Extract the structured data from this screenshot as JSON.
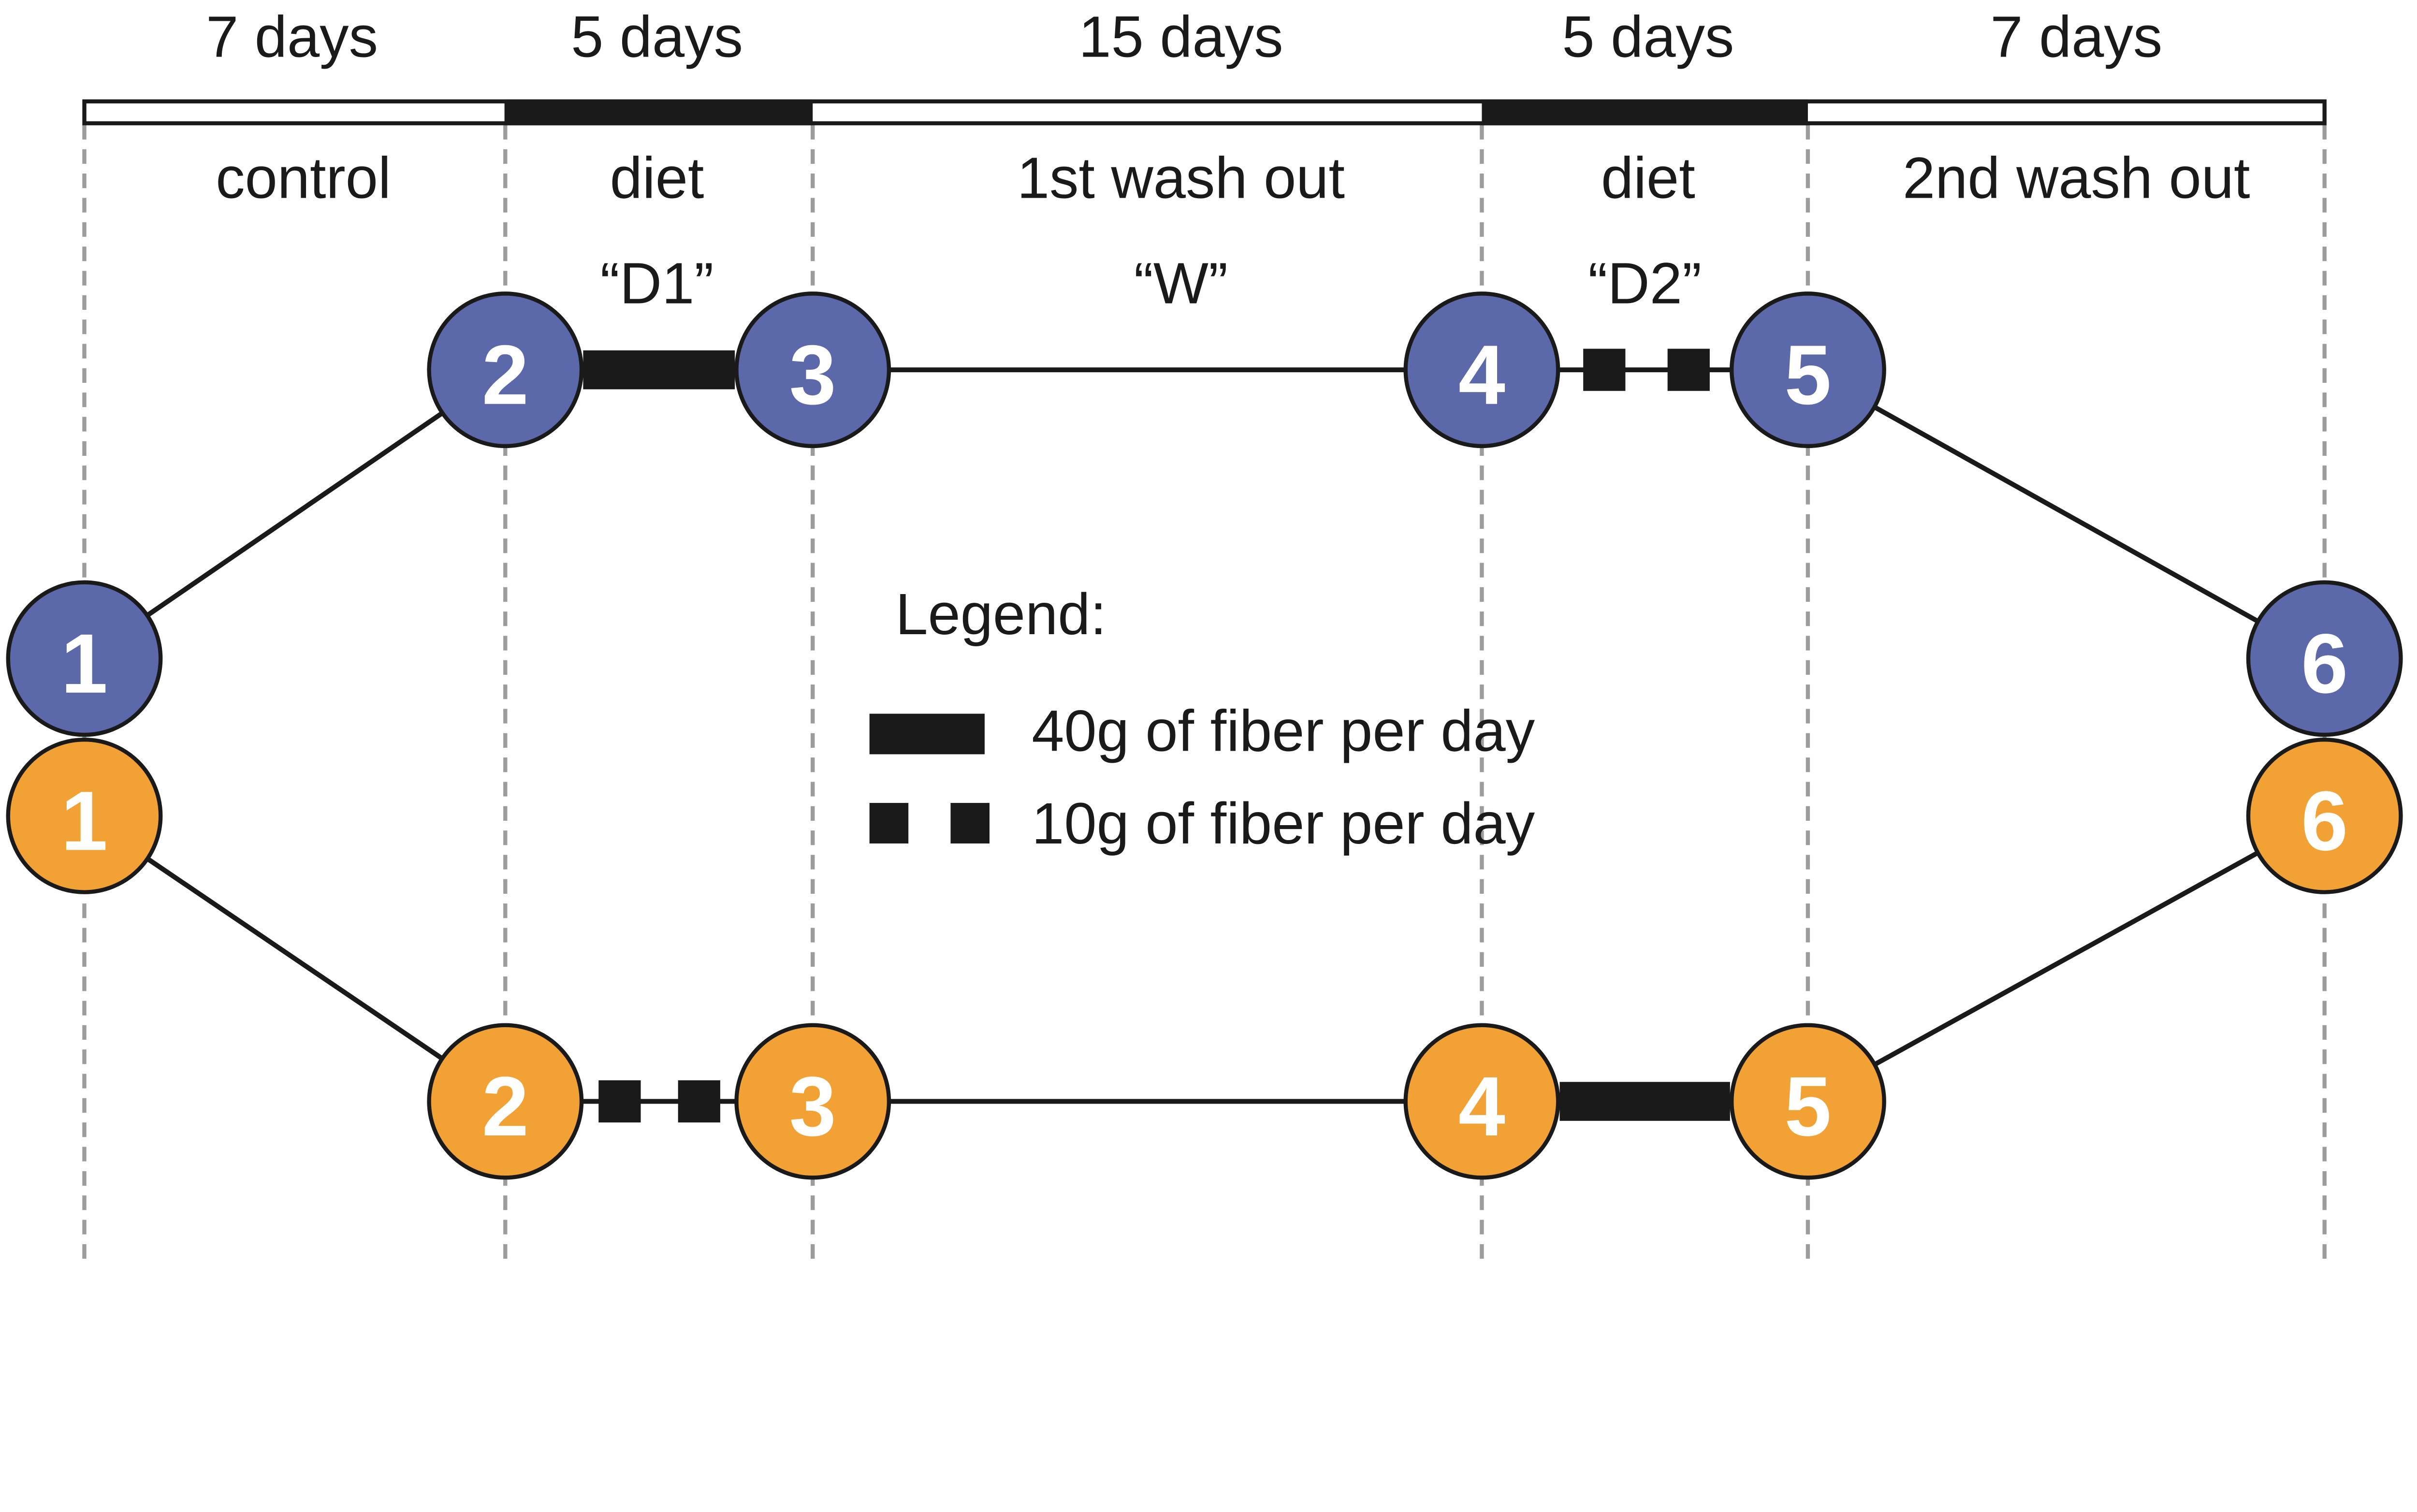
{
  "colors": {
    "arm_a": "#5B68A9",
    "arm_b": "#F2A134",
    "ink": "#1A1A1A",
    "gridline": "#9C9C9C"
  },
  "phases": [
    {
      "duration": "7 days",
      "label": "control",
      "code": ""
    },
    {
      "duration": "5 days",
      "label": "diet",
      "code": "“D1”"
    },
    {
      "duration": "15 days",
      "label": "1st wash out",
      "code": "“W”"
    },
    {
      "duration": "5 days",
      "label": "diet",
      "code": "“D2”"
    },
    {
      "duration": "7 days",
      "label": "2nd wash out",
      "code": ""
    }
  ],
  "arms": {
    "arm_a": {
      "color": "#5B68A9",
      "nodes": [
        "1",
        "2",
        "3",
        "4",
        "5",
        "6"
      ],
      "diet_segments": [
        {
          "between": "2-3",
          "dose": "40g of fiber per day"
        },
        {
          "between": "4-5",
          "dose": "10g of fiber per day"
        }
      ]
    },
    "arm_b": {
      "color": "#F2A134",
      "nodes": [
        "1",
        "2",
        "3",
        "4",
        "5",
        "6"
      ],
      "diet_segments": [
        {
          "between": "2-3",
          "dose": "10g of fiber per day"
        },
        {
          "between": "4-5",
          "dose": "40g of fiber per day"
        }
      ]
    }
  },
  "legend": {
    "title": "Legend:",
    "items": [
      {
        "symbol": "solid-bar",
        "label": "40g of fiber per day"
      },
      {
        "symbol": "two-squares",
        "label": "10g of fiber per day"
      }
    ]
  }
}
